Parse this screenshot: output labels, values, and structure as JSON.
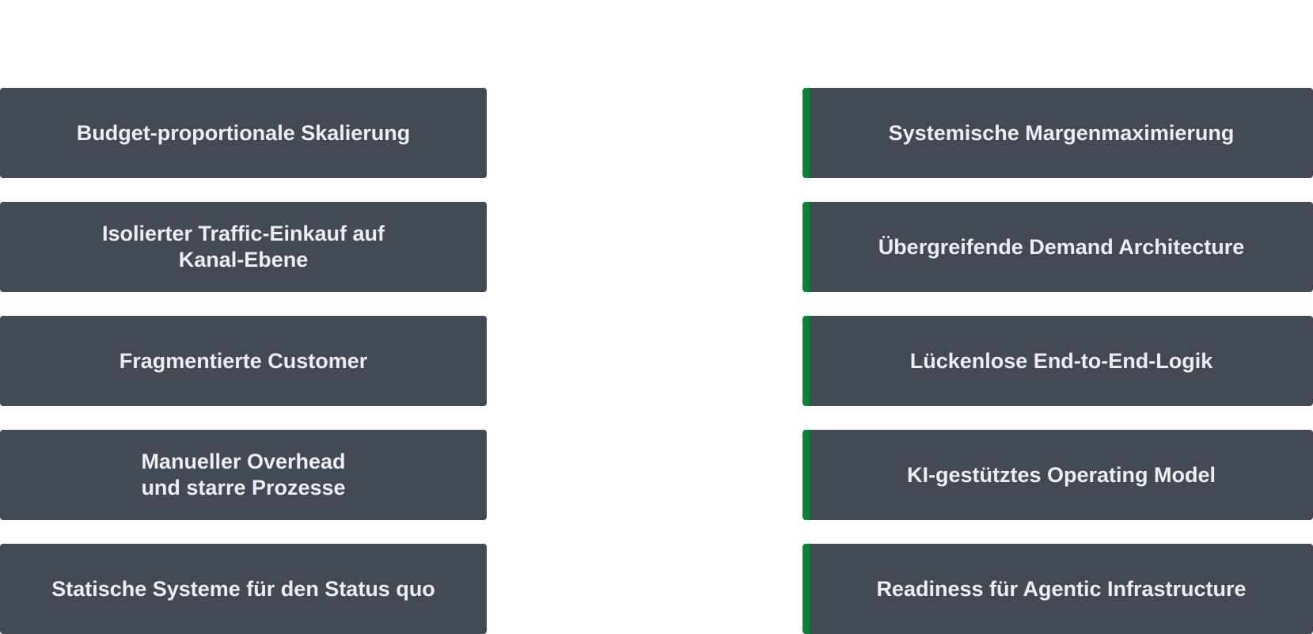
{
  "left_column": {
    "items": [
      {
        "label": "Budget-proportionale Skalierung"
      },
      {
        "label": "Isolierter Traffic-Einkauf auf\nKanal-Ebene"
      },
      {
        "label": "Fragmentierte Customer"
      },
      {
        "label": "Manueller Overhead\n und starre Prozesse"
      },
      {
        "label": "Statische Systeme für den Status quo"
      }
    ]
  },
  "right_column": {
    "accent_color": "#0b8136",
    "items": [
      {
        "label": "Systemische Margenmaximierung"
      },
      {
        "label": "Übergreifende Demand Architecture"
      },
      {
        "label": "Lückenlose End-to-End-Logik"
      },
      {
        "label": "KI-gestütztes Operating Model"
      },
      {
        "label": "Readiness für Agentic Infrastructure"
      }
    ]
  },
  "colors": {
    "card_background": "#434a54",
    "card_text": "#eceef1",
    "page_background": "#ffffff"
  }
}
